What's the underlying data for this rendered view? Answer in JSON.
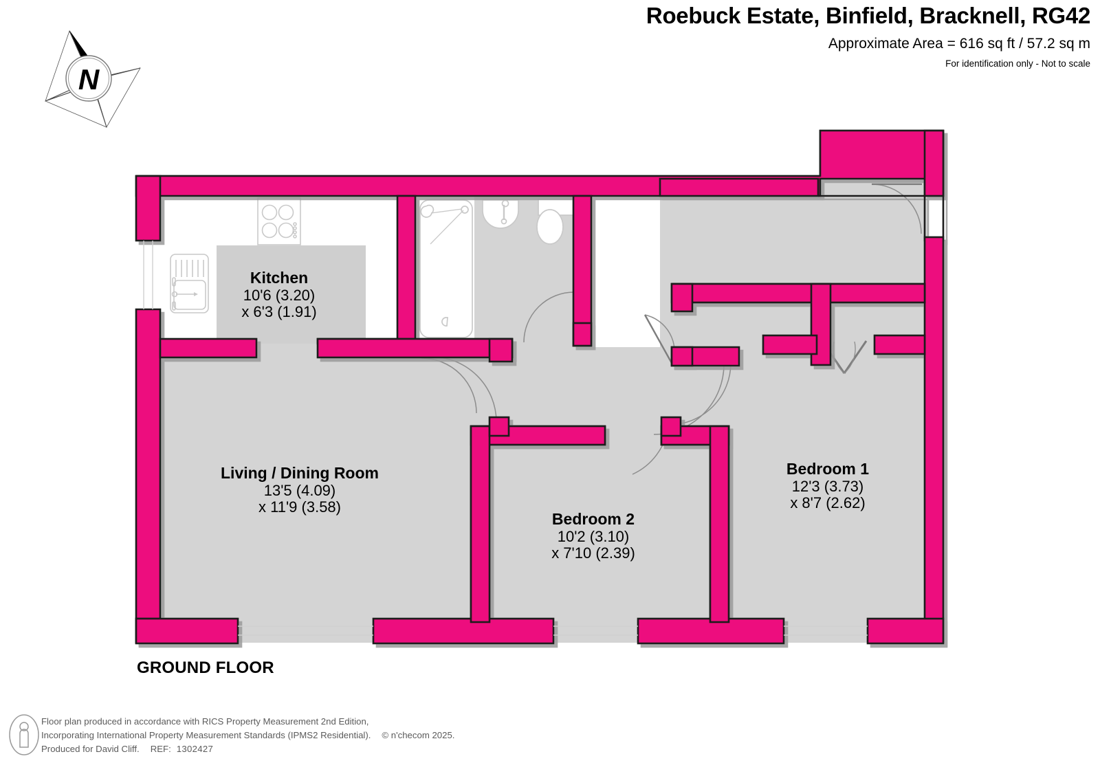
{
  "header": {
    "title": "Roebuck Estate, Binfield, Bracknell, RG42",
    "area": "Approximate Area = 616 sq ft / 57.2 sq m",
    "note": "For identification only - Not to scale"
  },
  "compass": {
    "north_label": "N"
  },
  "floor_label": "GROUND FLOOR",
  "colors": {
    "wall": "#ED0C7E",
    "wall_outline": "#1a1a1a",
    "floor_fill": "#d4d4d4",
    "kitchen_fill": "#ffffff",
    "bathroom_fill": "#ffffff",
    "fixture_stroke": "#c9c9c9",
    "text": "#000000",
    "footer_text": "#5b5b5b",
    "door_arc": "#8a8a8a"
  },
  "rooms": [
    {
      "id": "kitchen",
      "name": "Kitchen",
      "dim1": "10'6 (3.20)",
      "dim2": "x 6'3 (1.91)"
    },
    {
      "id": "living",
      "name": "Living / Dining Room",
      "dim1": "13'5 (4.09)",
      "dim2": "x 11'9 (3.58)"
    },
    {
      "id": "bedroom2",
      "name": "Bedroom 2",
      "dim1": "10'2 (3.10)",
      "dim2": "x 7'10 (2.39)"
    },
    {
      "id": "bedroom1",
      "name": "Bedroom 1",
      "dim1": "12'3 (3.73)",
      "dim2": "x 8'7 (2.62)"
    }
  ],
  "fixtures": [
    {
      "name": "hob",
      "room": "kitchen"
    },
    {
      "name": "sink",
      "room": "kitchen"
    },
    {
      "name": "worktop",
      "room": "kitchen"
    },
    {
      "name": "bathtub",
      "room": "bathroom"
    },
    {
      "name": "wash-basin",
      "room": "bathroom"
    },
    {
      "name": "toilet",
      "room": "bathroom"
    }
  ],
  "footer": {
    "line1": "Floor plan produced in accordance with RICS Property Measurement 2nd Edition,",
    "line2a": "Incorporating International Property Measurement Standards (IPMS2 Residential).",
    "line2b": "© n'checom 2025.",
    "line3a": "Produced for David Cliff.",
    "line3b": "REF:",
    "line3c": "1302427"
  }
}
